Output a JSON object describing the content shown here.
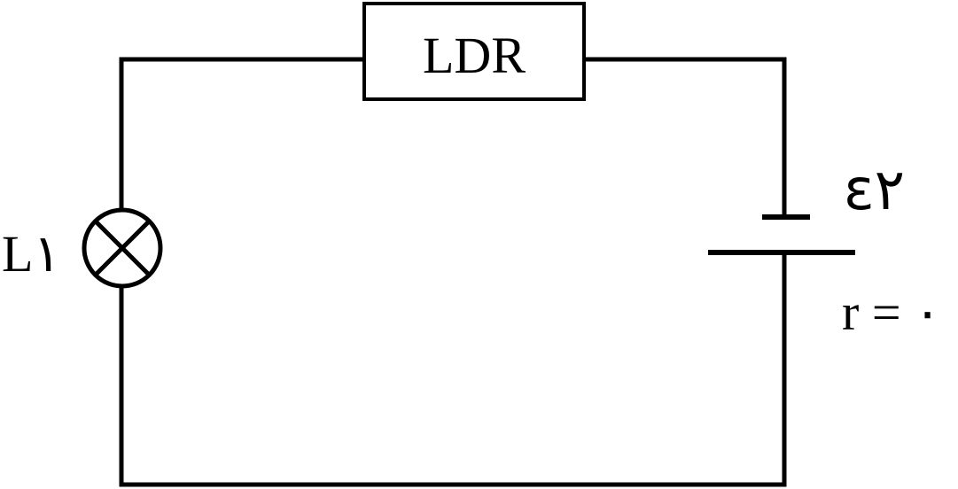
{
  "diagram": {
    "resistor_label": "LDR",
    "lamp_label": "L١",
    "emf_label": "ε٢",
    "resistance_label": "r = ٠"
  },
  "colors": {
    "line": "#000000",
    "background": "#ffffff"
  }
}
